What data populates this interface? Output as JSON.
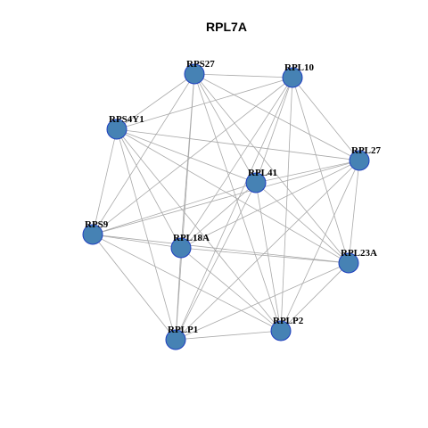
{
  "title": "RPL7A",
  "colors": {
    "node_fill": "#4682b4",
    "node_stroke": "#1f3fbf",
    "edge": "#a9a9a9"
  },
  "nodes": [
    {
      "id": "RPS27"
    },
    {
      "id": "RPL10"
    },
    {
      "id": "RPS4Y1"
    },
    {
      "id": "RPL27"
    },
    {
      "id": "RPL41"
    },
    {
      "id": "RPS9"
    },
    {
      "id": "RPL18A"
    },
    {
      "id": "RPL23A"
    },
    {
      "id": "RPLP1"
    },
    {
      "id": "RPLP2"
    }
  ],
  "edges": [
    [
      "RPS27",
      "RPL10"
    ],
    [
      "RPS27",
      "RPL27"
    ],
    [
      "RPS27",
      "RPS4Y1"
    ],
    [
      "RPS27",
      "RPS9"
    ],
    [
      "RPS27",
      "RPL18A"
    ],
    [
      "RPS27",
      "RPLP1"
    ],
    [
      "RPS27",
      "RPL23A"
    ],
    [
      "RPS27",
      "RPLP2"
    ],
    [
      "RPS27",
      "RPL41"
    ],
    [
      "RPL10",
      "RPS4Y1"
    ],
    [
      "RPL10",
      "RPL27"
    ],
    [
      "RPL10",
      "RPL41"
    ],
    [
      "RPL10",
      "RPS9"
    ],
    [
      "RPL10",
      "RPL18A"
    ],
    [
      "RPL10",
      "RPLP1"
    ],
    [
      "RPL10",
      "RPLP2"
    ],
    [
      "RPL10",
      "RPL23A"
    ],
    [
      "RPS4Y1",
      "RPL27"
    ],
    [
      "RPS4Y1",
      "RPL41"
    ],
    [
      "RPS4Y1",
      "RPS9"
    ],
    [
      "RPS4Y1",
      "RPL18A"
    ],
    [
      "RPS4Y1",
      "RPL23A"
    ],
    [
      "RPS4Y1",
      "RPLP1"
    ],
    [
      "RPS4Y1",
      "RPLP2"
    ],
    [
      "RPL27",
      "RPL41"
    ],
    [
      "RPL27",
      "RPS9"
    ],
    [
      "RPL27",
      "RPL18A"
    ],
    [
      "RPL27",
      "RPL23A"
    ],
    [
      "RPL27",
      "RPLP1"
    ],
    [
      "RPL27",
      "RPLP2"
    ],
    [
      "RPL41",
      "RPS9"
    ],
    [
      "RPL41",
      "RPL18A"
    ],
    [
      "RPL41",
      "RPL23A"
    ],
    [
      "RPL41",
      "RPLP1"
    ],
    [
      "RPL41",
      "RPLP2"
    ],
    [
      "RPS9",
      "RPL18A"
    ],
    [
      "RPS9",
      "RPL23A"
    ],
    [
      "RPS9",
      "RPLP1"
    ],
    [
      "RPS9",
      "RPLP2"
    ],
    [
      "RPL18A",
      "RPL23A"
    ],
    [
      "RPL18A",
      "RPLP1"
    ],
    [
      "RPL18A",
      "RPLP2"
    ],
    [
      "RPL23A",
      "RPLP1"
    ],
    [
      "RPL23A",
      "RPLP2"
    ],
    [
      "RPLP1",
      "RPLP2"
    ]
  ]
}
